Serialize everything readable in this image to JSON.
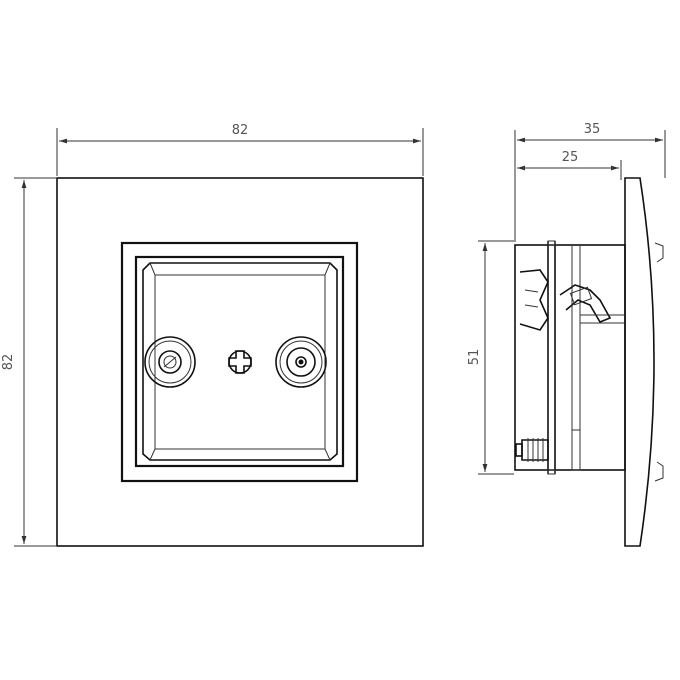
{
  "dimensions": {
    "front_width": "82",
    "front_height": "82",
    "side_depth_total": "35",
    "side_depth_body": "25",
    "side_height": "51"
  },
  "colors": {
    "line": "#111111",
    "dim_line": "#333333",
    "dim_text": "#555555",
    "background": "#ffffff"
  },
  "icons": [
    "tv-socket-icon",
    "screw-icon",
    "radio-socket-icon"
  ]
}
